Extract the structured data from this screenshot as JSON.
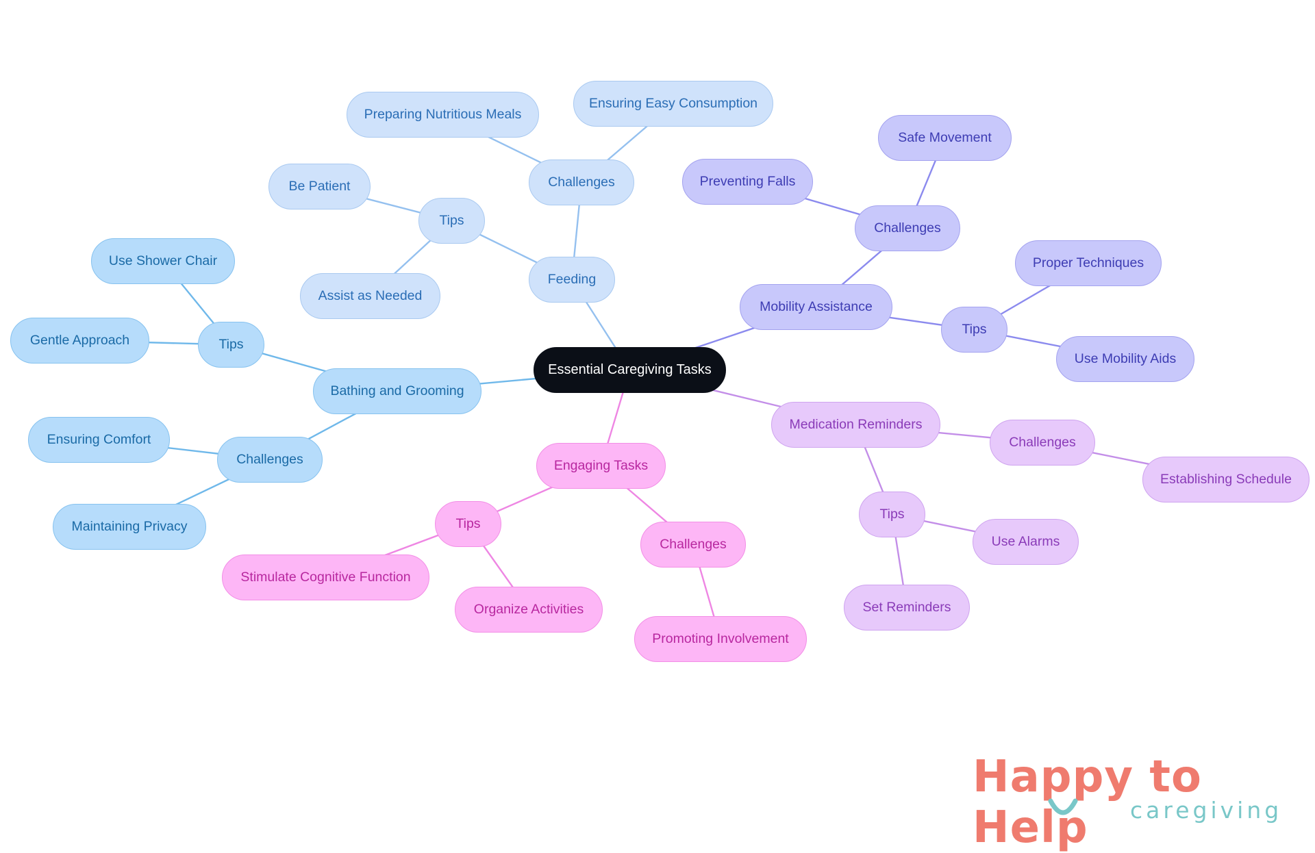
{
  "colors": {
    "root": "#0b0f17",
    "feeding": "#94c0ef",
    "bathing": "#6fb8ea",
    "mobility": "#8b8aee",
    "medication": "#c38ee8",
    "engaging": "#ee86e3",
    "logo_primary": "#ef7b6e",
    "logo_secondary": "#79c7c8"
  },
  "mindmap": {
    "root": "Essential Caregiving Tasks",
    "branches": {
      "feeding": {
        "label": "Feeding",
        "challenges": {
          "label": "Challenges",
          "items": [
            "Preparing Nutritious Meals",
            "Ensuring Easy Consumption"
          ]
        },
        "tips": {
          "label": "Tips",
          "items": [
            "Be Patient",
            "Assist as Needed"
          ]
        }
      },
      "bathing": {
        "label": "Bathing and Grooming",
        "tips": {
          "label": "Tips",
          "items": [
            "Use Shower Chair",
            "Gentle Approach"
          ]
        },
        "challenges": {
          "label": "Challenges",
          "items": [
            "Ensuring Comfort",
            "Maintaining Privacy"
          ]
        }
      },
      "mobility": {
        "label": "Mobility Assistance",
        "challenges": {
          "label": "Challenges",
          "items": [
            "Safe Movement",
            "Preventing Falls"
          ]
        },
        "tips": {
          "label": "Tips",
          "items": [
            "Proper Techniques",
            "Use Mobility Aids"
          ]
        }
      },
      "medication": {
        "label": "Medication Reminders",
        "challenges": {
          "label": "Challenges",
          "items": [
            "Establishing Schedule"
          ]
        },
        "tips": {
          "label": "Tips",
          "items": [
            "Use Alarms",
            "Set Reminders"
          ]
        }
      },
      "engaging": {
        "label": "Engaging Tasks",
        "tips": {
          "label": "Tips",
          "items": [
            "Stimulate Cognitive Function",
            "Organize Activities"
          ]
        },
        "challenges": {
          "label": "Challenges",
          "items": [
            "Promoting Involvement"
          ]
        }
      }
    }
  },
  "logo": {
    "title": "Happy to Help",
    "subtitle": "caregiving"
  }
}
